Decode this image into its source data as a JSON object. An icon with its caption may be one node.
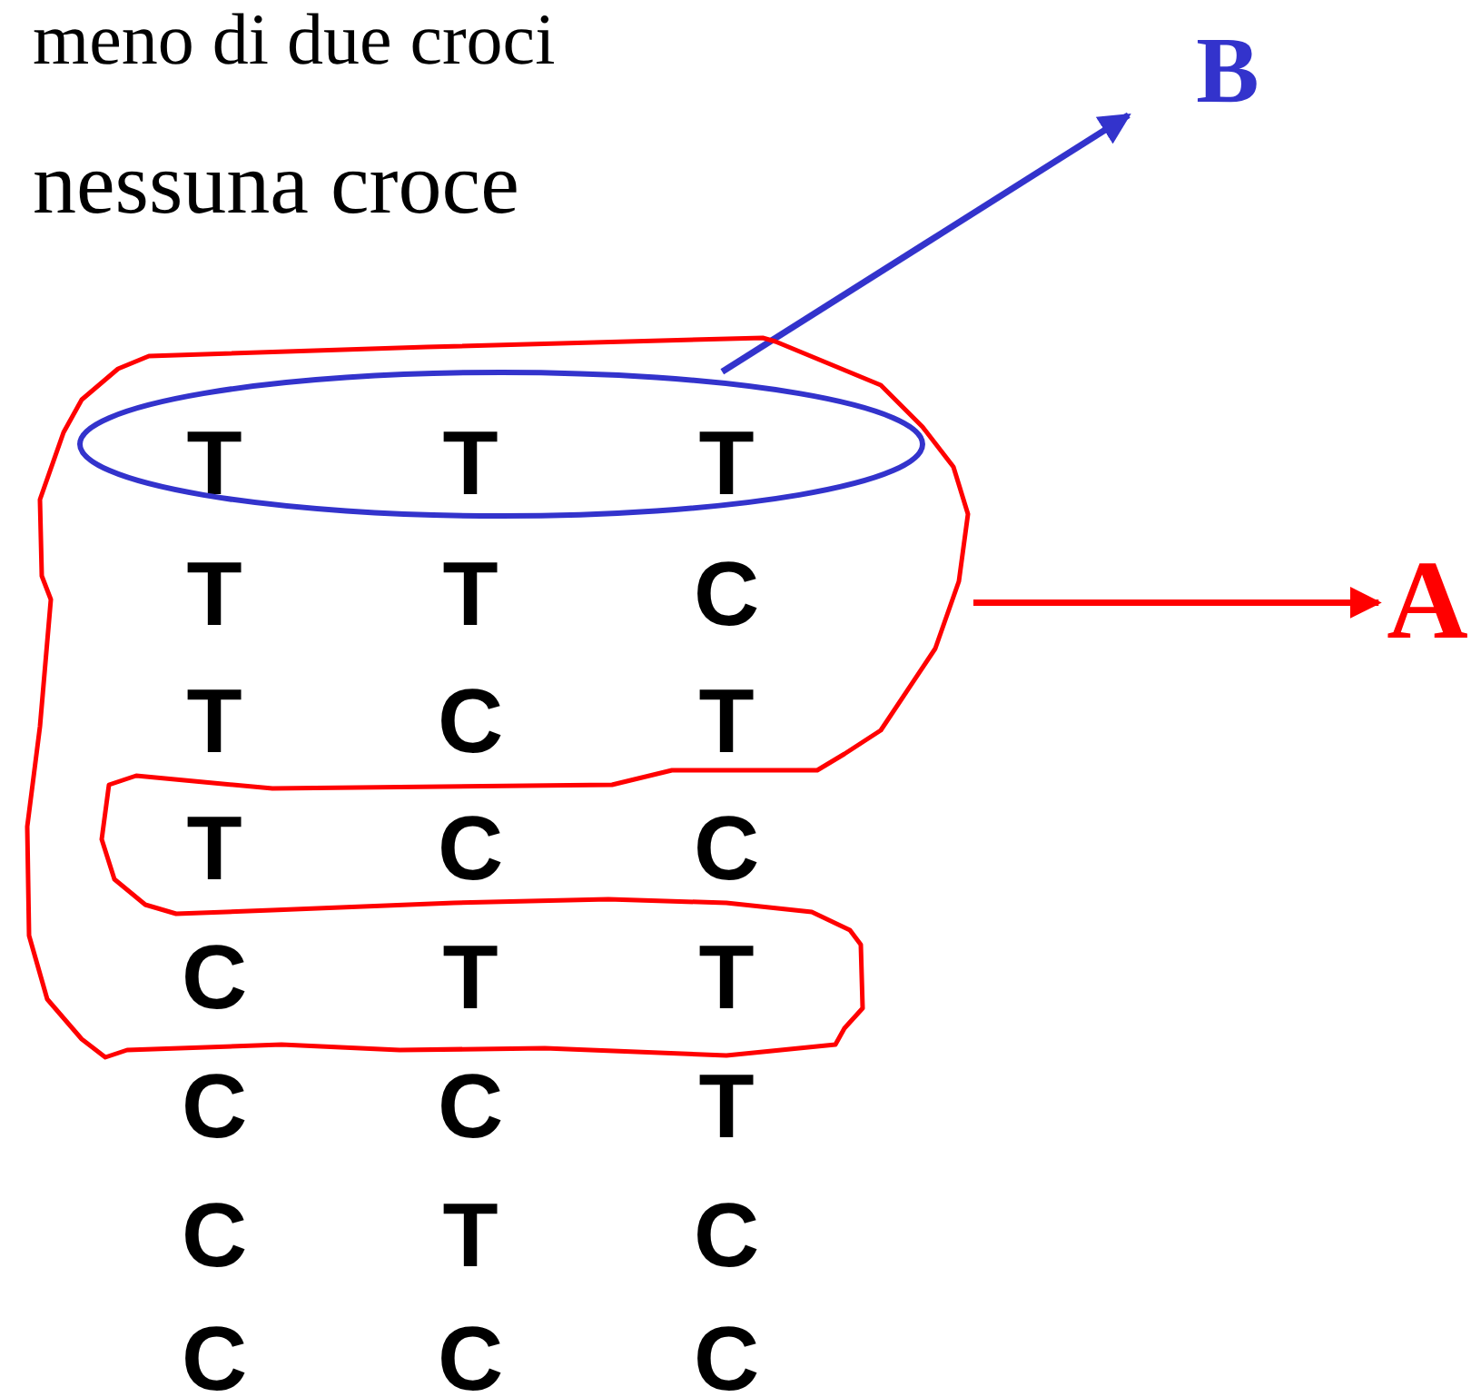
{
  "diagram": {
    "nodes": [
      {
        "text": [],
        "shape": "loop"
      },
      {
        "text": [],
        "shape": "ellipse",
        "in": 0
      },
      {
        "text": [
          "A"
        ]
      },
      {
        "text": [
          "B"
        ]
      }
    ],
    "edges": [
      {
        "from": 0,
        "to": 2,
        "arrow": "to",
        "color": "#ff0000"
      },
      {
        "from": 1,
        "to": 3,
        "arrow": "to",
        "color": "#3333cc"
      }
    ],
    "labels": [
      "meno di due croci",
      "nessuna croce",
      "T",
      "T",
      "T",
      "T",
      "T",
      "C",
      "T",
      "C",
      "T",
      "T",
      "C",
      "C",
      "C",
      "T",
      "T",
      "C",
      "C",
      "T",
      "C",
      "T",
      "C",
      "C",
      "C",
      "C"
    ]
  }
}
